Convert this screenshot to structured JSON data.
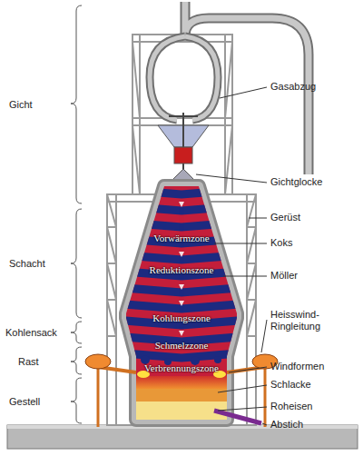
{
  "diagram": {
    "labels": [
      "Gicht",
      "Schacht",
      "Kohlensack",
      "Rast",
      "Gestell",
      "Gasabzug",
      "Gichtglocke",
      "Gerüst",
      "Koks",
      "Möller",
      "Heisswind- Ringleitung",
      "Windformen",
      "Schlacke",
      "Roheisen",
      "Abstich",
      "Vorwärmzone",
      "Reduktionszone",
      "Kohlungszone",
      "Schmelzzone",
      "Verbrennungszone"
    ]
  }
}
